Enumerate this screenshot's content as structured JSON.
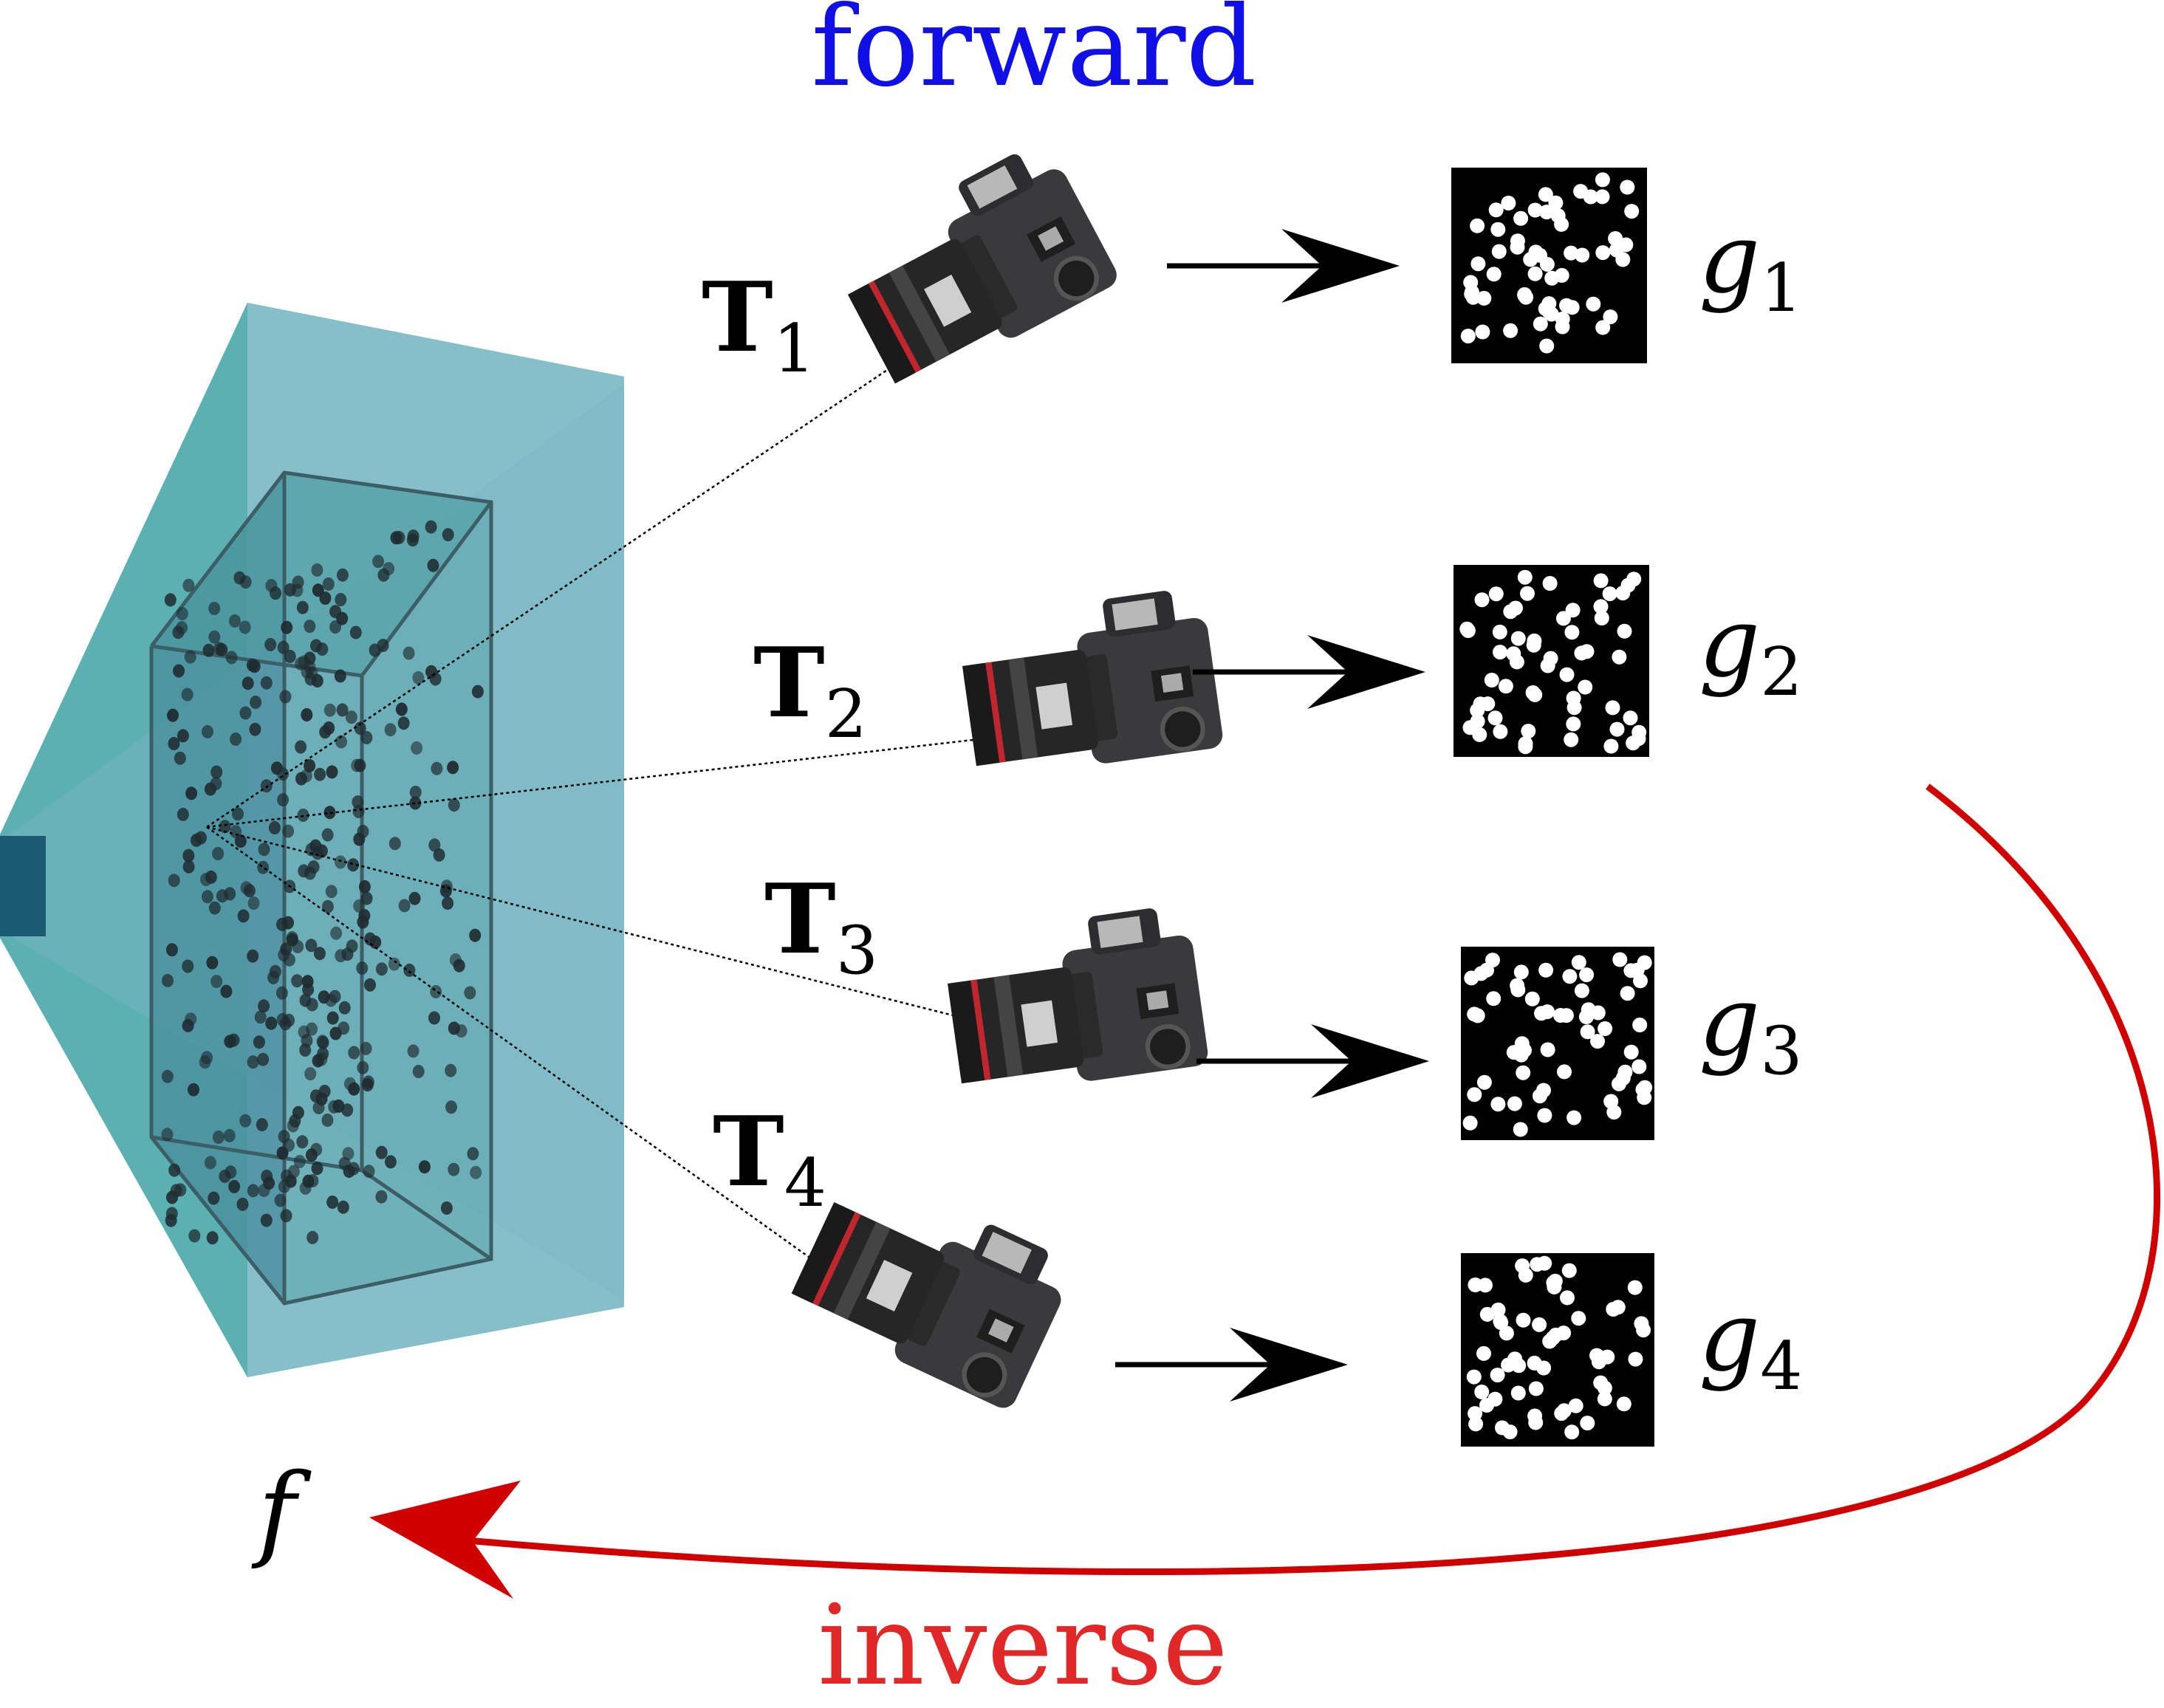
{
  "labels": {
    "forward": "forward",
    "inverse": "inverse",
    "volume": "f"
  },
  "colors": {
    "forward": "#1010e6",
    "inverse": "#e02828",
    "inverse_arrow": "#d10000",
    "frustum_outer": "#6bbcb8",
    "frustum_inner": "#5aaab0",
    "slab_front": "#8ebfcf",
    "box_face": "#3f8a99",
    "box_edge": "#3c5e66",
    "particle": "#1f2c30",
    "sensor": "#1b5a73",
    "image_bg": "#000000",
    "image_dot": "#ffffff"
  },
  "views": [
    {
      "transform_base": "T",
      "transform_index": "1",
      "image_base": "g",
      "image_index": "1",
      "camera_icon": "camera-icon"
    },
    {
      "transform_base": "T",
      "transform_index": "2",
      "image_base": "g",
      "image_index": "2",
      "camera_icon": "camera-icon"
    },
    {
      "transform_base": "T",
      "transform_index": "3",
      "image_base": "g",
      "image_index": "3",
      "camera_icon": "camera-icon"
    },
    {
      "transform_base": "T",
      "transform_index": "4",
      "image_base": "g",
      "image_index": "4",
      "camera_icon": "camera-icon"
    }
  ]
}
